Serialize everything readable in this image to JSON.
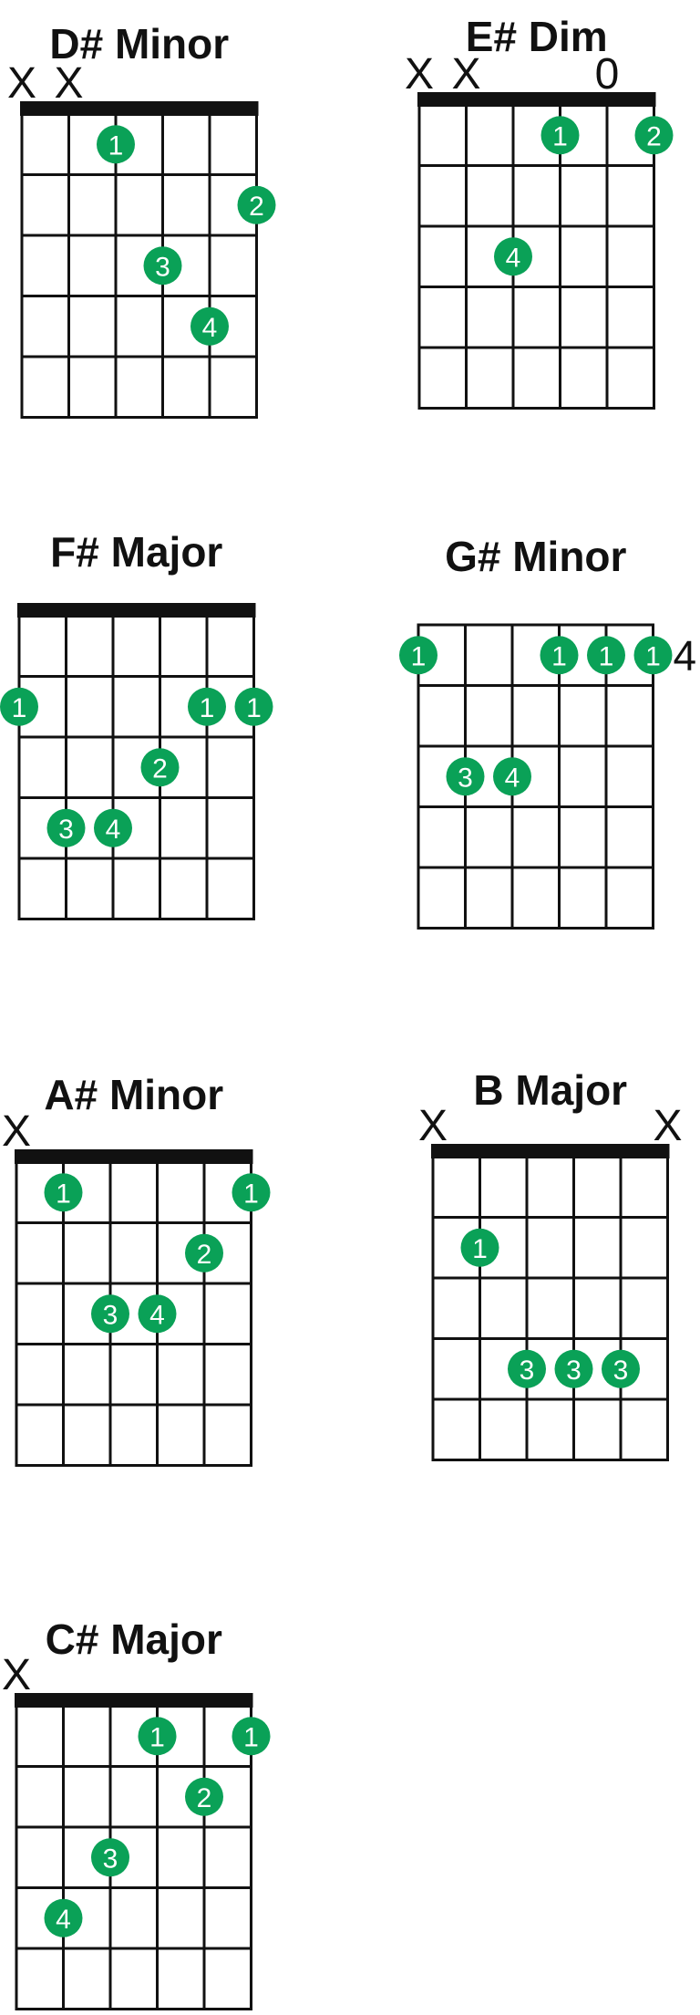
{
  "colors": {
    "dot": "#0aa157",
    "line": "#111111",
    "background": "#ffffff"
  },
  "chords": [
    {
      "id": "d-sharp-minor",
      "name": "D# Minor",
      "nut": true,
      "string_marks": [
        "X",
        "X",
        "",
        "",
        "",
        ""
      ],
      "side_label": "",
      "dots": [
        {
          "string": 3,
          "fret": 1,
          "finger": "1"
        },
        {
          "string": 6,
          "fret": 2,
          "finger": "2"
        },
        {
          "string": 4,
          "fret": 3,
          "finger": "3"
        },
        {
          "string": 5,
          "fret": 4,
          "finger": "4"
        }
      ]
    },
    {
      "id": "e-sharp-dim",
      "name": "E# Dim",
      "nut": true,
      "string_marks": [
        "X",
        "X",
        "",
        "",
        "0",
        ""
      ],
      "side_label": "",
      "dots": [
        {
          "string": 4,
          "fret": 1,
          "finger": "1"
        },
        {
          "string": 6,
          "fret": 1,
          "finger": "2"
        },
        {
          "string": 3,
          "fret": 3,
          "finger": "4"
        }
      ]
    },
    {
      "id": "f-sharp-major",
      "name": "F# Major",
      "nut": true,
      "string_marks": [
        "",
        "",
        "",
        "",
        "",
        ""
      ],
      "side_label": "",
      "dots": [
        {
          "string": 1,
          "fret": 2,
          "finger": "1"
        },
        {
          "string": 5,
          "fret": 2,
          "finger": "1"
        },
        {
          "string": 6,
          "fret": 2,
          "finger": "1"
        },
        {
          "string": 4,
          "fret": 3,
          "finger": "2"
        },
        {
          "string": 2,
          "fret": 4,
          "finger": "3"
        },
        {
          "string": 3,
          "fret": 4,
          "finger": "4"
        }
      ]
    },
    {
      "id": "g-sharp-minor",
      "name": "G# Minor",
      "nut": false,
      "string_marks": [
        "",
        "",
        "",
        "",
        "",
        ""
      ],
      "side_label": "4",
      "dots": [
        {
          "string": 1,
          "fret": 1,
          "finger": "1"
        },
        {
          "string": 4,
          "fret": 1,
          "finger": "1"
        },
        {
          "string": 5,
          "fret": 1,
          "finger": "1"
        },
        {
          "string": 6,
          "fret": 1,
          "finger": "1"
        },
        {
          "string": 2,
          "fret": 3,
          "finger": "3"
        },
        {
          "string": 3,
          "fret": 3,
          "finger": "4"
        }
      ]
    },
    {
      "id": "a-sharp-minor",
      "name": "A# Minor",
      "nut": true,
      "string_marks": [
        "X",
        "",
        "",
        "",
        "",
        ""
      ],
      "side_label": "",
      "dots": [
        {
          "string": 2,
          "fret": 1,
          "finger": "1"
        },
        {
          "string": 6,
          "fret": 1,
          "finger": "1"
        },
        {
          "string": 5,
          "fret": 2,
          "finger": "2"
        },
        {
          "string": 3,
          "fret": 3,
          "finger": "3"
        },
        {
          "string": 4,
          "fret": 3,
          "finger": "4"
        }
      ]
    },
    {
      "id": "b-major",
      "name": "B Major",
      "nut": true,
      "string_marks": [
        "X",
        "",
        "",
        "",
        "",
        "X"
      ],
      "side_label": "",
      "dots": [
        {
          "string": 2,
          "fret": 2,
          "finger": "1"
        },
        {
          "string": 3,
          "fret": 4,
          "finger": "3"
        },
        {
          "string": 4,
          "fret": 4,
          "finger": "3"
        },
        {
          "string": 5,
          "fret": 4,
          "finger": "3"
        }
      ]
    },
    {
      "id": "c-sharp-major",
      "name": "C# Major",
      "nut": true,
      "string_marks": [
        "X",
        "",
        "",
        "",
        "",
        ""
      ],
      "side_label": "",
      "dots": [
        {
          "string": 4,
          "fret": 1,
          "finger": "1"
        },
        {
          "string": 6,
          "fret": 1,
          "finger": "1"
        },
        {
          "string": 5,
          "fret": 2,
          "finger": "2"
        },
        {
          "string": 3,
          "fret": 3,
          "finger": "3"
        },
        {
          "string": 2,
          "fret": 4,
          "finger": "4"
        }
      ]
    }
  ]
}
